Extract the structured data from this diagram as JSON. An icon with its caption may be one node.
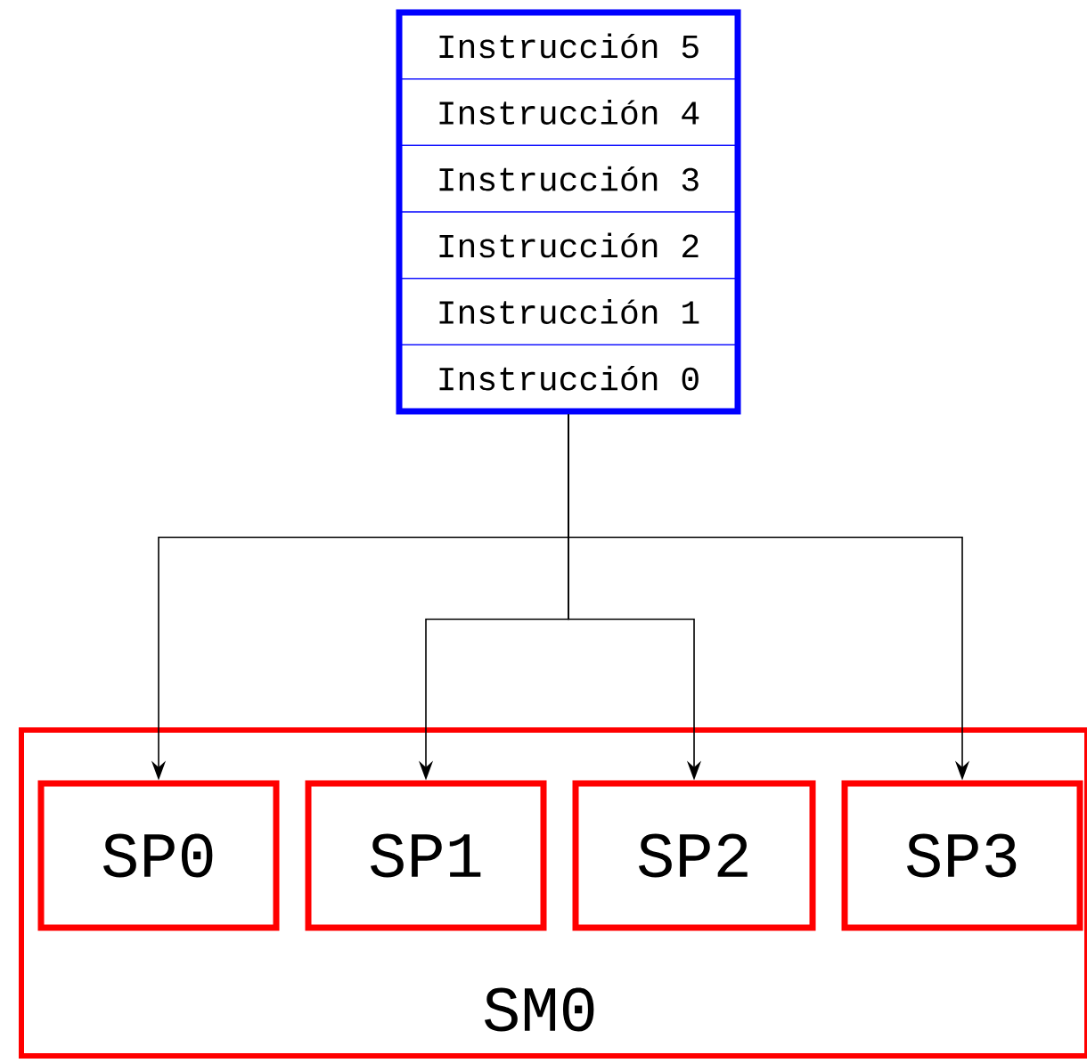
{
  "diagram": {
    "nodes": [
      {
        "text": [],
        "shape": "box"
      },
      {
        "text": [
          "Instrucción 5"
        ],
        "in": 0
      },
      {
        "text": [
          "Instrucción 4"
        ],
        "in": 0
      },
      {
        "text": [
          "Instrucción 3"
        ],
        "in": 0
      },
      {
        "text": [
          "Instrucción 2"
        ],
        "in": 0
      },
      {
        "text": [
          "Instrucción 1"
        ],
        "in": 0
      },
      {
        "text": [
          "Instrucción 0"
        ],
        "in": 0
      },
      {
        "text": [
          "SM0"
        ]
      },
      {
        "text": [
          "SP0"
        ],
        "in": 7
      },
      {
        "text": [
          "SP1"
        ],
        "in": 7
      },
      {
        "text": [
          "SP2"
        ],
        "in": 7
      },
      {
        "text": [
          "SP3"
        ],
        "in": 7
      }
    ],
    "edges": [
      {
        "from": 0,
        "to": 8,
        "arrow": "to"
      },
      {
        "from": 0,
        "to": 9,
        "arrow": "to"
      },
      {
        "from": 0,
        "to": 10,
        "arrow": "to"
      },
      {
        "from": 0,
        "to": 11,
        "arrow": "to"
      }
    ]
  }
}
